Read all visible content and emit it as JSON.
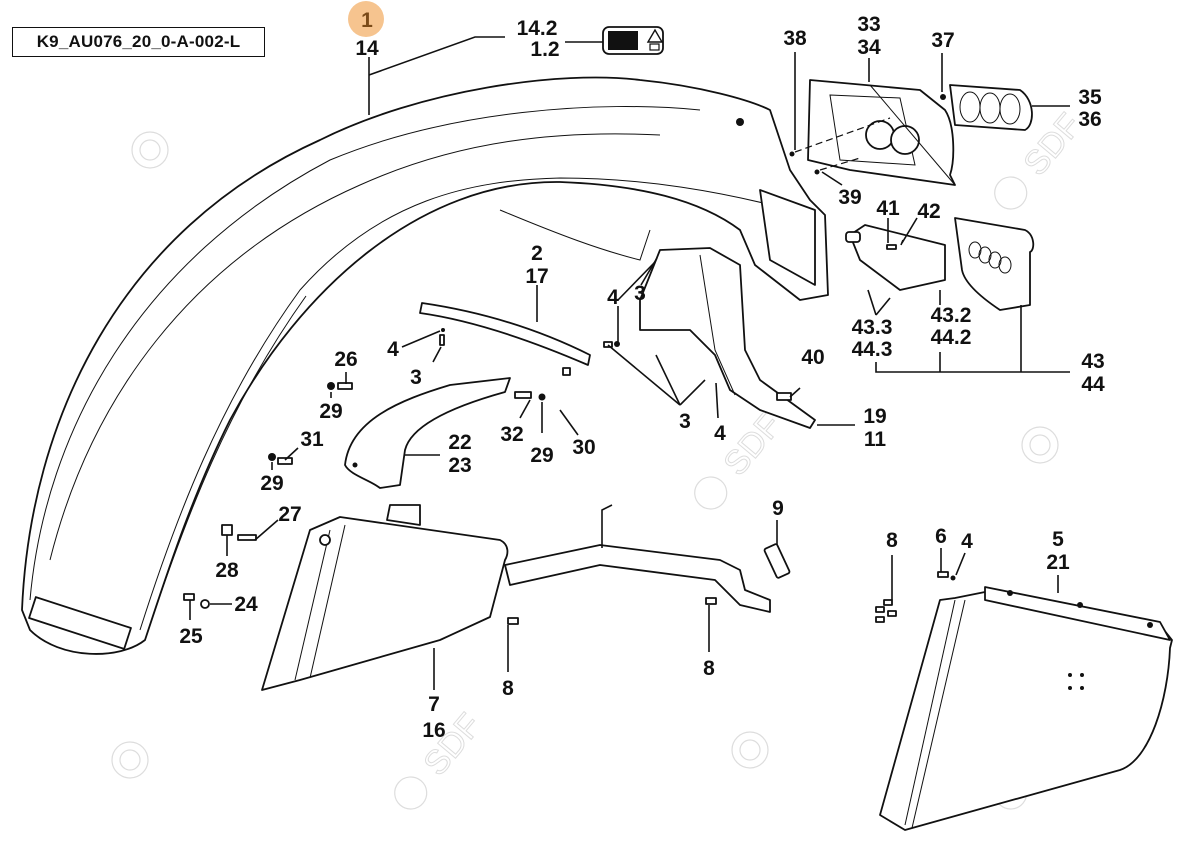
{
  "diagram": {
    "reference_code": "K9_AU076_20_0-A-002-L",
    "highlight_color": "#f6c48f",
    "watermark_text": "SDF",
    "highlighted_callout": "1",
    "callouts": {
      "c1": "1",
      "c14": "14",
      "c14_2": "14.2",
      "c1_2": "1.2",
      "c38": "38",
      "c33": "33",
      "c34": "34",
      "c37": "37",
      "c35": "35",
      "c36": "36",
      "c39": "39",
      "c41": "41",
      "c42": "42",
      "c43_2": "43.2",
      "c44_2": "44.2",
      "c43_3": "43.3",
      "c44_3": "44.3",
      "c43": "43",
      "c44": "44",
      "c2": "2",
      "c17": "17",
      "c4a": "4",
      "c3a": "3",
      "c4b": "4",
      "c3b": "3",
      "c3c": "3",
      "c4c": "4",
      "c40": "40",
      "c19": "19",
      "c11": "11",
      "c26": "26",
      "c29a": "29",
      "c32": "32",
      "c29b": "29",
      "c30": "30",
      "c22": "22",
      "c23": "23",
      "c31": "31",
      "c29c": "29",
      "c27": "27",
      "c28": "28",
      "c24": "24",
      "c25": "25",
      "c7": "7",
      "c16": "16",
      "c8a": "8",
      "c8b": "8",
      "c9": "9",
      "c8c": "8",
      "c6": "6",
      "c4d": "4",
      "c5": "5",
      "c21": "21"
    }
  }
}
